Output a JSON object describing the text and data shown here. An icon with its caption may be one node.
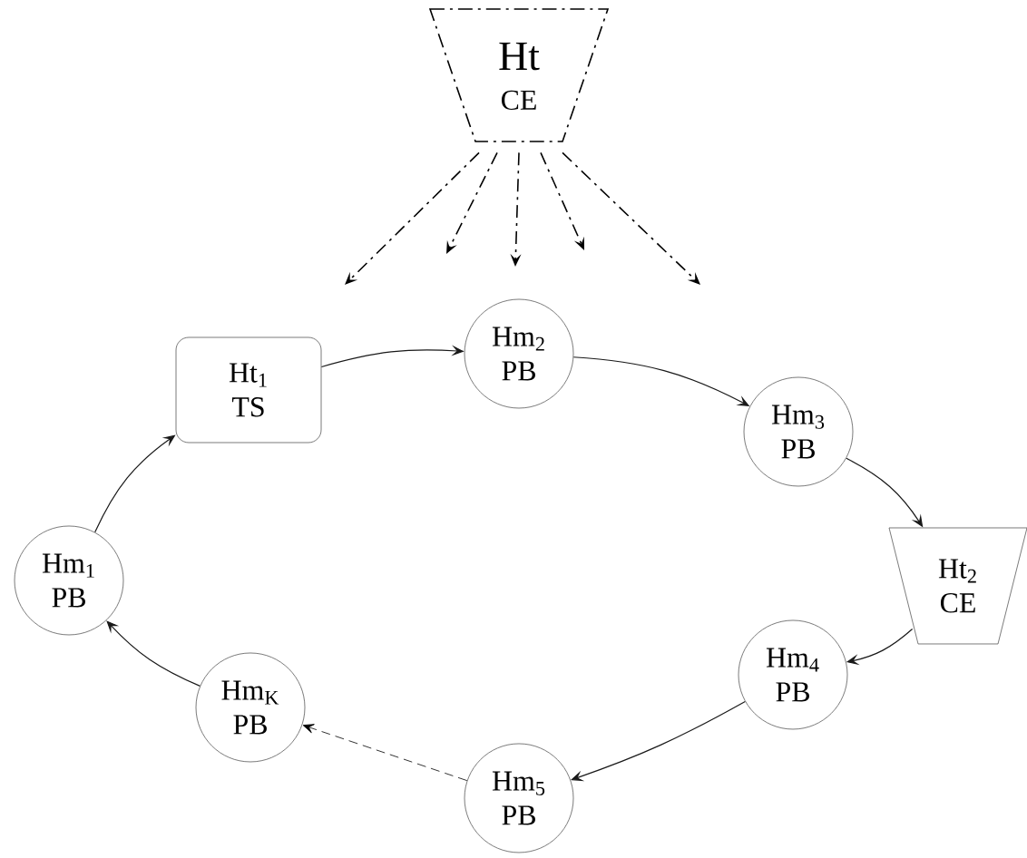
{
  "diagram": {
    "nodes": [
      {
        "text": [
          "Ht",
          "CE"
        ]
      },
      {
        "text": [
          "Ht$_{1}$",
          "TS"
        ]
      },
      {
        "text": [
          "Hm$_{2}$",
          "PB"
        ]
      },
      {
        "text": [
          "Hm$_{3}$",
          "PB"
        ]
      },
      {
        "text": [
          "Ht$_{2}$",
          "CE"
        ]
      },
      {
        "text": [
          "Hm$_{1}$",
          "PB"
        ]
      },
      {
        "text": [
          "Hm$_{K}$",
          "PB"
        ]
      },
      {
        "text": [
          "Hm$_{4}$",
          "PB"
        ]
      },
      {
        "text": [
          "Hm$_{5}$",
          "PB"
        ]
      }
    ],
    "edges": [
      {
        "from": 1,
        "to": 2,
        "arrow": "to"
      },
      {
        "from": 2,
        "to": 3,
        "arrow": "to"
      },
      {
        "from": 3,
        "to": 4,
        "arrow": "to"
      },
      {
        "from": 4,
        "to": 7,
        "arrow": "to"
      },
      {
        "from": 7,
        "to": 8,
        "arrow": "to"
      },
      {
        "from": 8,
        "to": 6,
        "arrow": "to",
        "style": "dashed"
      },
      {
        "from": 6,
        "to": 5,
        "arrow": "to"
      },
      {
        "from": 5,
        "to": 1,
        "arrow": "to"
      },
      {
        "from": 0,
        "to": null,
        "arrow": "to",
        "style": "dashed"
      },
      {
        "from": 0,
        "to": null,
        "arrow": "to",
        "style": "dashed"
      },
      {
        "from": 0,
        "to": null,
        "arrow": "to",
        "style": "dashed"
      },
      {
        "from": 0,
        "to": null,
        "arrow": "to",
        "style": "dashed"
      },
      {
        "from": 0,
        "to": null,
        "arrow": "to",
        "style": "dashed"
      }
    ]
  }
}
